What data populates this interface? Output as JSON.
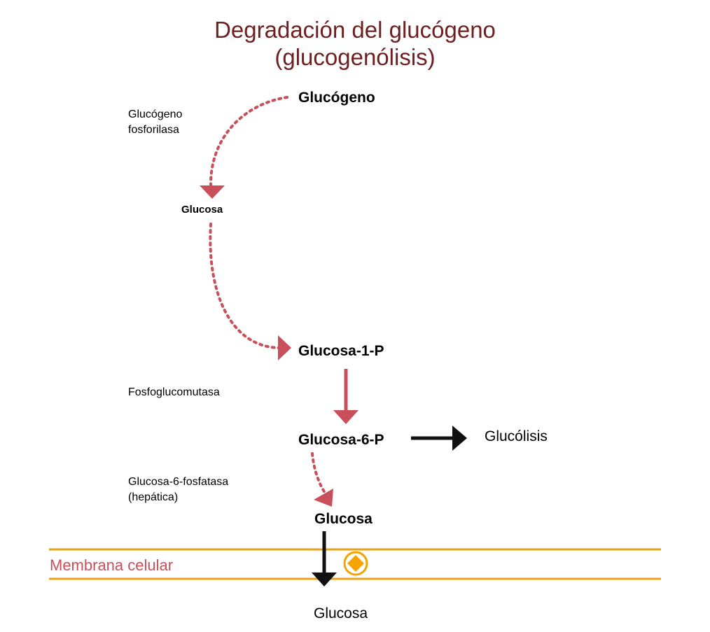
{
  "title": {
    "line1": "Degradación del glucógeno",
    "line2": "(glucogenólisis)"
  },
  "nodes": {
    "glucogeno": "Glucógeno",
    "glucosa_small": "Glucosa",
    "glucosa_1p": "Glucosa-1-P",
    "glucosa_6p": "Glucosa-6-P",
    "glucosa": "Glucosa",
    "glucosa_outside": "Glucosa",
    "glucolisis": "Glucólisis"
  },
  "enzymes": {
    "glucogeno_fosforilasa": [
      "Glucógeno",
      "fosforilasa"
    ],
    "fosfoglucomutasa": "Fosfoglucomutasa",
    "glucosa_6_fosfatasa": [
      "Glucosa-6-fosfatasa",
      "(hepática)"
    ]
  },
  "membrane": {
    "label": "Membrana celular"
  },
  "colors": {
    "title": "#6e1f1f",
    "arrow_red": "#c9505a",
    "arrow_black": "#111111",
    "membrane": "#e8a317",
    "transporter": "#f5a300"
  }
}
